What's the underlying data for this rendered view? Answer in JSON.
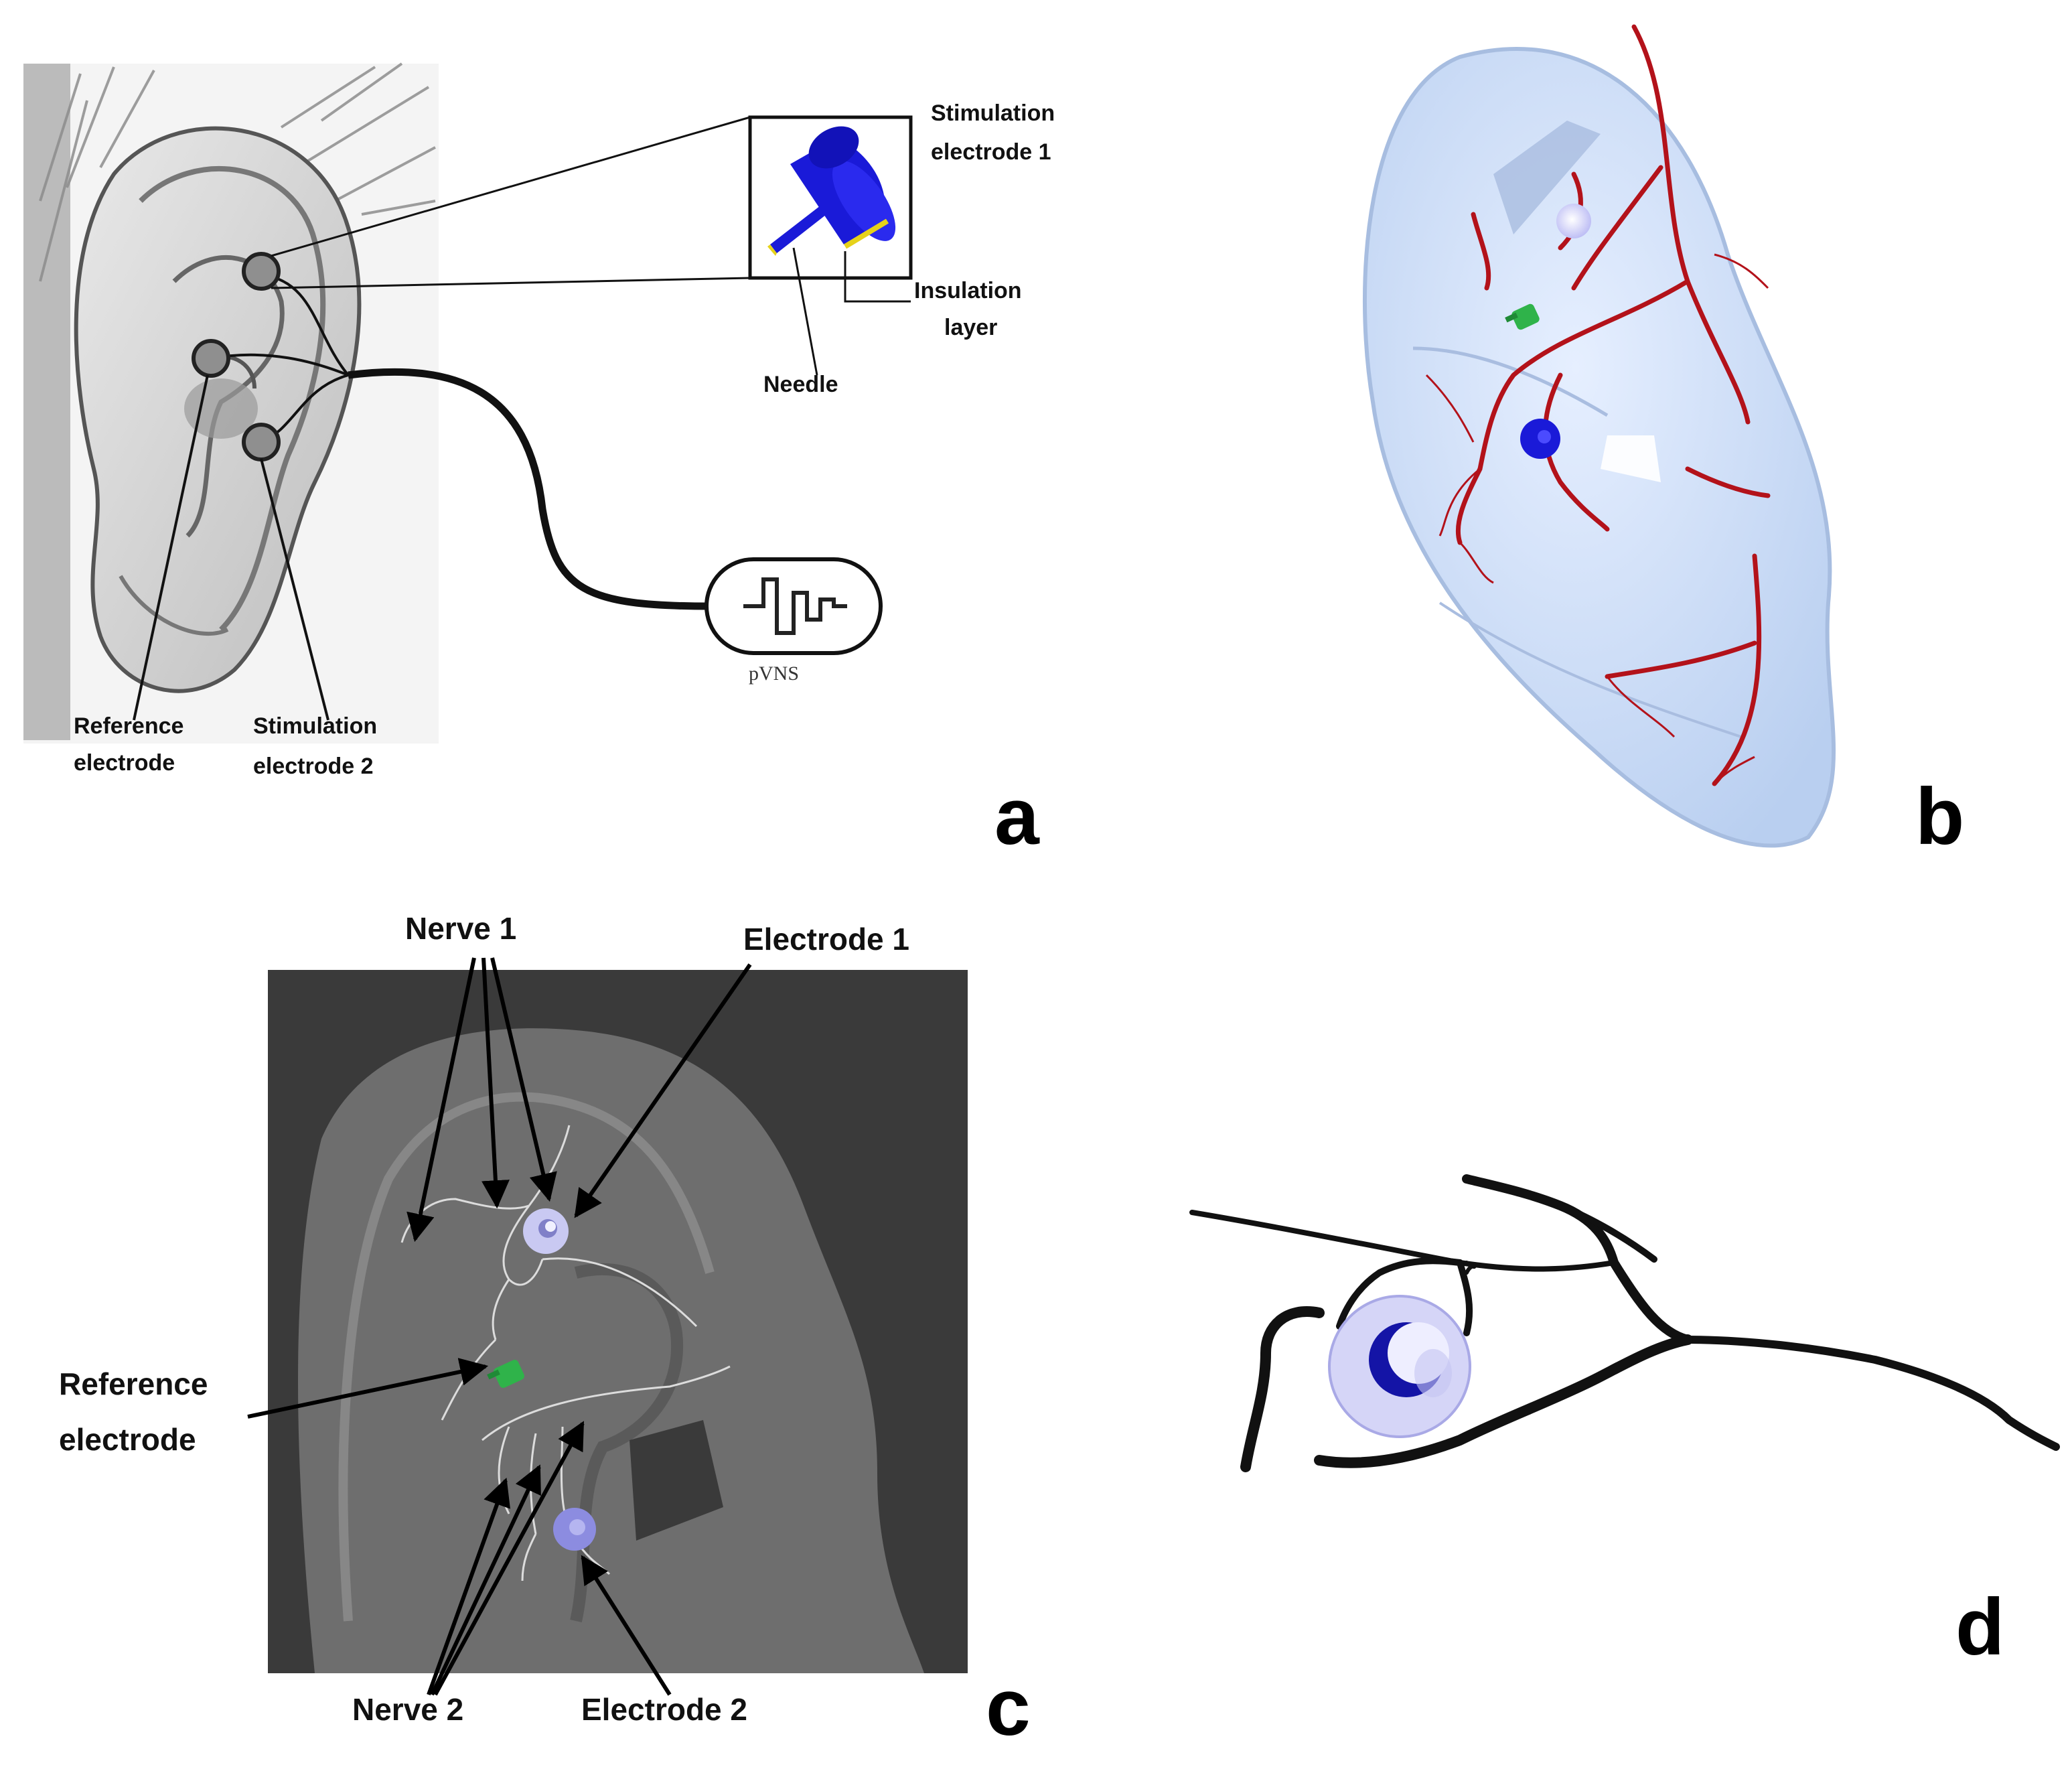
{
  "panels": {
    "a": {
      "letter": "a",
      "labels": {
        "stimulation_electrode_1_line1": "Stimulation",
        "stimulation_electrode_1_line2": "electrode 1",
        "insulation_layer_line1": "Insulation",
        "insulation_layer_line2": "layer",
        "needle": "Needle",
        "reference_electrode_line1": "Reference",
        "reference_electrode_line2": "electrode",
        "stimulation_electrode_2_line1": "Stimulation",
        "stimulation_electrode_2_line2": "electrode 2",
        "device": "pVNS"
      }
    },
    "b": {
      "letter": "b"
    },
    "c": {
      "letter": "c",
      "labels": {
        "nerve_1": "Nerve 1",
        "electrode_1": "Electrode 1",
        "reference_electrode_line1": "Reference",
        "reference_electrode_line2": "electrode",
        "nerve_2": "Nerve 2",
        "electrode_2": "Electrode 2"
      }
    },
    "d": {
      "letter": "d"
    }
  },
  "colors": {
    "electrode_blue": "#1a1ad8",
    "insulation_yellow": "#e6d21a",
    "nerve_red": "#b3121a",
    "reference_green": "#2fb34a",
    "ear_model_fill": "#cfe0f7",
    "panel_c_background": "#3a3a3a",
    "panel_c_ear": "#6e6e6e",
    "panel_c_nerve": "#dcdcdc",
    "panel_d_nerve": "#111111"
  }
}
